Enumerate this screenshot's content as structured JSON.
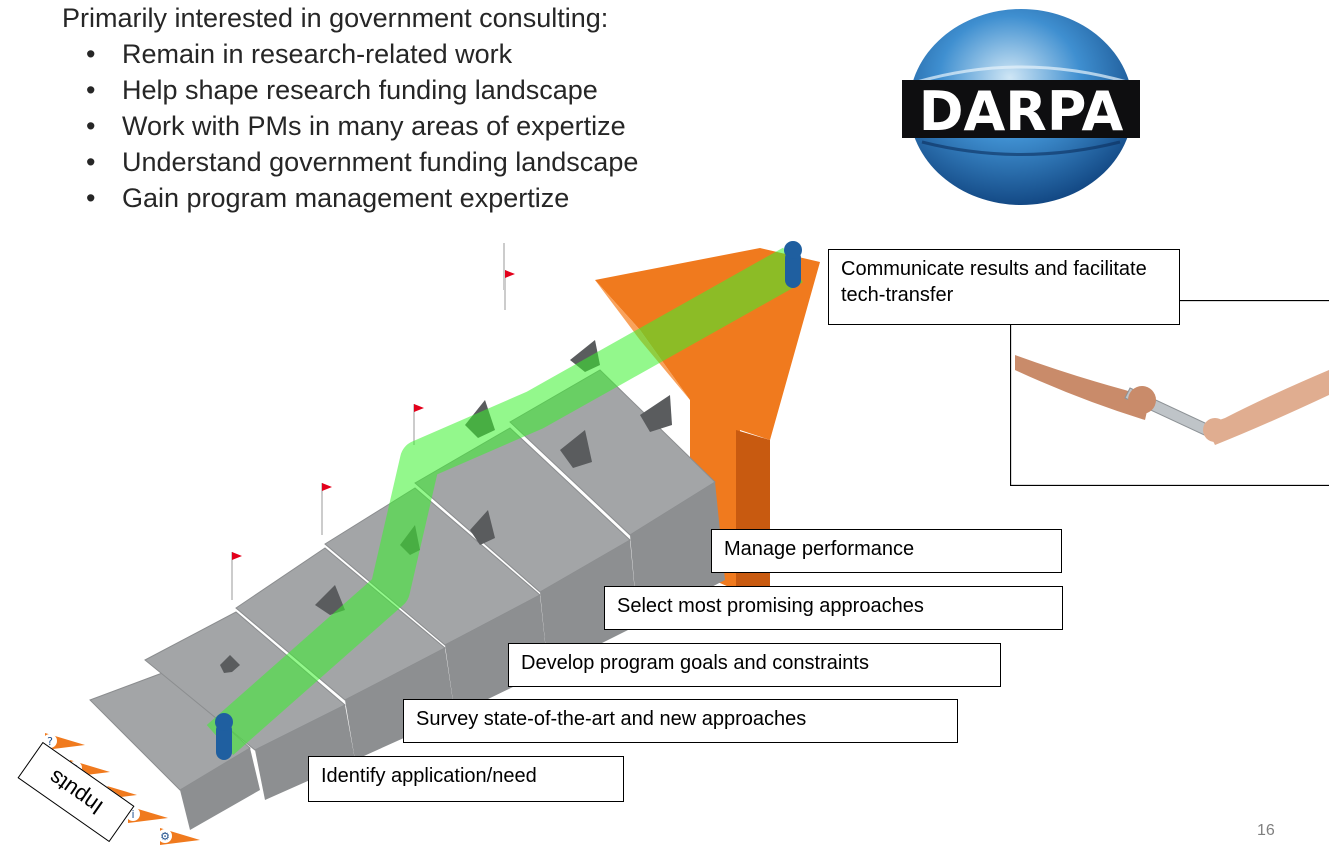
{
  "intro": {
    "heading": "Primarily interested in government consulting:",
    "bullets": [
      "Remain in research-related work",
      "Help shape research funding landscape",
      "Work with PMs in many areas of expertize",
      "Understand government funding landscape",
      "Gain program management expertize"
    ]
  },
  "logo": {
    "text": "DARPA"
  },
  "steps": [
    "Identify application/need",
    "Survey state-of-the-art and new approaches",
    "Develop program goals and constraints",
    "Select most promising approaches",
    "Manage performance",
    "Communicate results and facilitate tech-transfer"
  ],
  "inputs_label": "Inputs",
  "input_icons": [
    "?",
    "$",
    "$",
    "i",
    "⚙"
  ],
  "page_number": "16",
  "colors": {
    "arrow": "#f07a1e",
    "path": "#3bf22e",
    "step": "#9ea0a2",
    "logo_blue": "#1f6fb3"
  }
}
